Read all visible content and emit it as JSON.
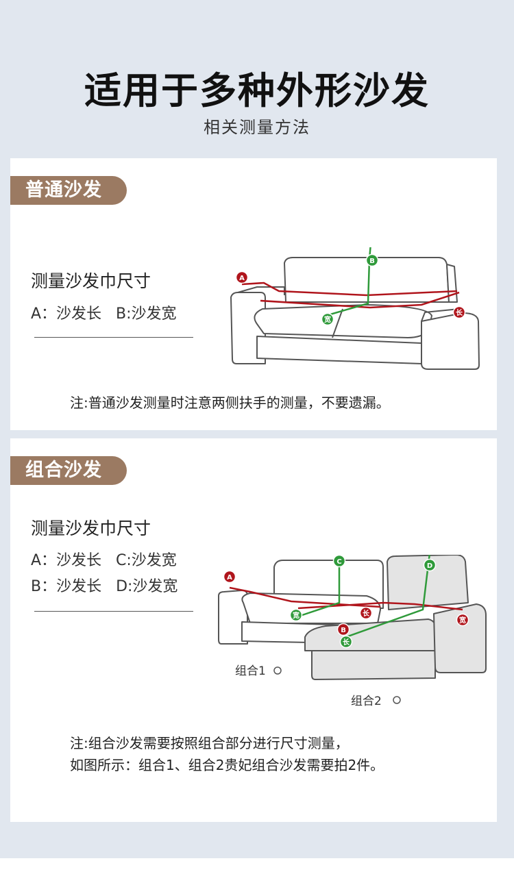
{
  "header": {
    "title": "适用于多种外形沙发",
    "subtitle": "相关测量方法"
  },
  "ordinary": {
    "tag": "普通沙发",
    "heading": "测量沙发巾尺寸",
    "line1": "A：沙发长   B:沙发宽",
    "note": "注:普通沙发测量时注意两侧扶手的测量，不要遗漏。",
    "badges": {
      "a": "A",
      "b": "B",
      "width": "宽",
      "length": "长"
    }
  },
  "combo": {
    "tag": "组合沙发",
    "heading": "测量沙发巾尺寸",
    "line1": "A：沙发长   C:沙发宽",
    "line2": "B：沙发长   D:沙发宽",
    "note_line1": "注:组合沙发需要按照组合部分进行尺寸测量，",
    "note_line2": "如图所示：组合1、组合2贵妃组合沙发需要拍2件。",
    "badges": {
      "a": "A",
      "b": "B",
      "c": "C",
      "d": "D",
      "width": "宽",
      "length": "长"
    },
    "part1_label": "组合1",
    "part2_label": "组合2"
  },
  "colors": {
    "tag": "#9b7a62",
    "red_line": "#b0151c",
    "green_line": "#2f9a3a",
    "sofa_stroke": "#555555",
    "grey_part": "#e4e4e4",
    "background": "#e1e7ef"
  }
}
